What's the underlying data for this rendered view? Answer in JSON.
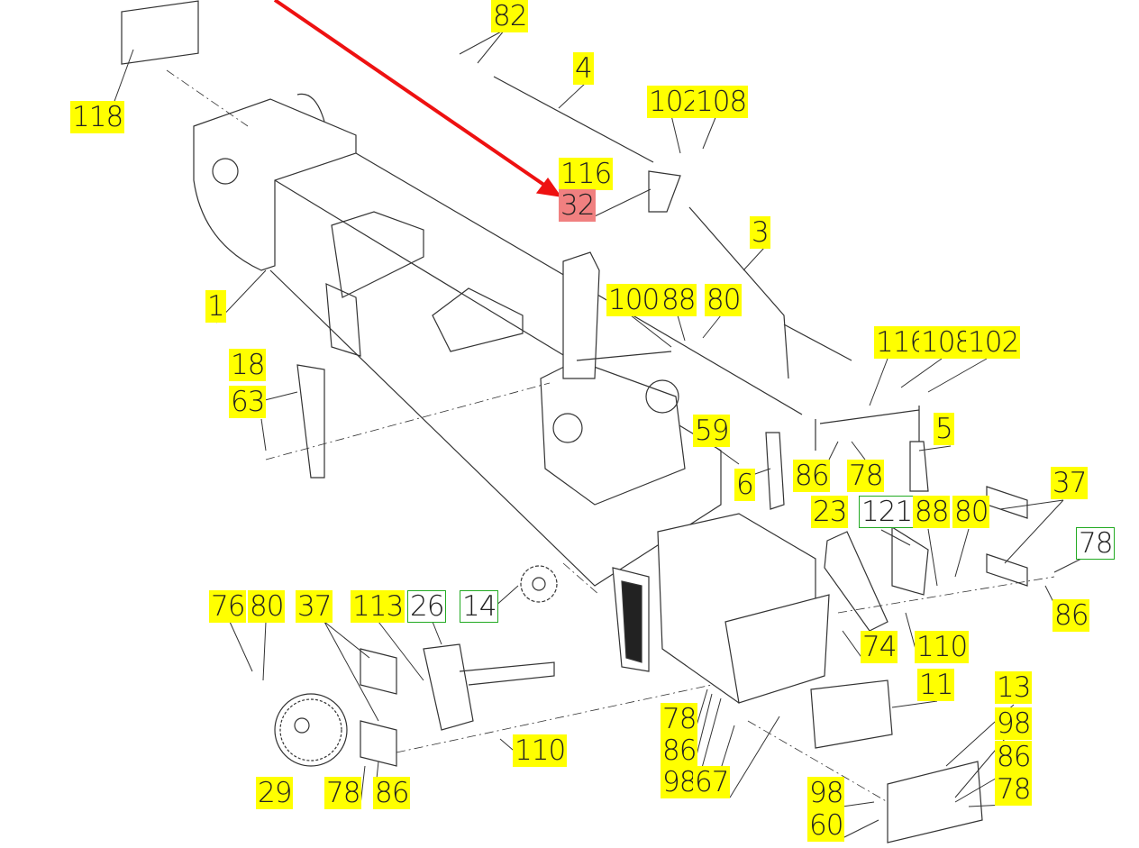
{
  "diagram": {
    "title": "Exploded parts diagram",
    "colors": {
      "callout": "#ffff00",
      "highlight": "#f08080",
      "outline_callout": "#22aa22",
      "arrow": "#ee1111",
      "line": "#333333"
    },
    "callouts": [
      {
        "text": "82",
        "style": "yellow"
      },
      {
        "text": "4",
        "style": "yellow"
      },
      {
        "text": "102",
        "style": "yellow"
      },
      {
        "text": "108",
        "style": "yellow"
      },
      {
        "text": "116",
        "style": "yellow"
      },
      {
        "text": "32",
        "style": "red"
      },
      {
        "text": "118",
        "style": "yellow"
      },
      {
        "text": "3",
        "style": "yellow"
      },
      {
        "text": "1",
        "style": "yellow"
      },
      {
        "text": "100",
        "style": "yellow"
      },
      {
        "text": "88",
        "style": "yellow"
      },
      {
        "text": "80",
        "style": "yellow"
      },
      {
        "text": "116",
        "style": "yellow"
      },
      {
        "text": "108",
        "style": "yellow"
      },
      {
        "text": "102",
        "style": "yellow"
      },
      {
        "text": "18",
        "style": "yellow"
      },
      {
        "text": "63",
        "style": "yellow"
      },
      {
        "text": "59",
        "style": "yellow"
      },
      {
        "text": "5",
        "style": "yellow"
      },
      {
        "text": "86",
        "style": "yellow"
      },
      {
        "text": "78",
        "style": "yellow"
      },
      {
        "text": "6",
        "style": "yellow"
      },
      {
        "text": "37",
        "style": "yellow"
      },
      {
        "text": "23",
        "style": "yellow"
      },
      {
        "text": "121",
        "style": "green"
      },
      {
        "text": "88",
        "style": "yellow"
      },
      {
        "text": "80",
        "style": "yellow"
      },
      {
        "text": "78",
        "style": "green"
      },
      {
        "text": "76",
        "style": "yellow"
      },
      {
        "text": "80",
        "style": "yellow"
      },
      {
        "text": "37",
        "style": "yellow"
      },
      {
        "text": "113",
        "style": "yellow"
      },
      {
        "text": "26",
        "style": "green"
      },
      {
        "text": "14",
        "style": "green"
      },
      {
        "text": "86",
        "style": "yellow"
      },
      {
        "text": "74",
        "style": "yellow"
      },
      {
        "text": "110",
        "style": "yellow"
      },
      {
        "text": "11",
        "style": "yellow"
      },
      {
        "text": "13",
        "style": "yellow"
      },
      {
        "text": "78",
        "style": "yellow"
      },
      {
        "text": "98",
        "style": "yellow"
      },
      {
        "text": "86",
        "style": "yellow"
      },
      {
        "text": "86",
        "style": "yellow"
      },
      {
        "text": "110",
        "style": "yellow"
      },
      {
        "text": "98",
        "style": "yellow"
      },
      {
        "text": "67",
        "style": "yellow"
      },
      {
        "text": "29",
        "style": "yellow"
      },
      {
        "text": "78",
        "style": "yellow"
      },
      {
        "text": "86",
        "style": "yellow"
      },
      {
        "text": "98",
        "style": "yellow"
      },
      {
        "text": "78",
        "style": "yellow"
      },
      {
        "text": "60",
        "style": "yellow"
      }
    ]
  }
}
